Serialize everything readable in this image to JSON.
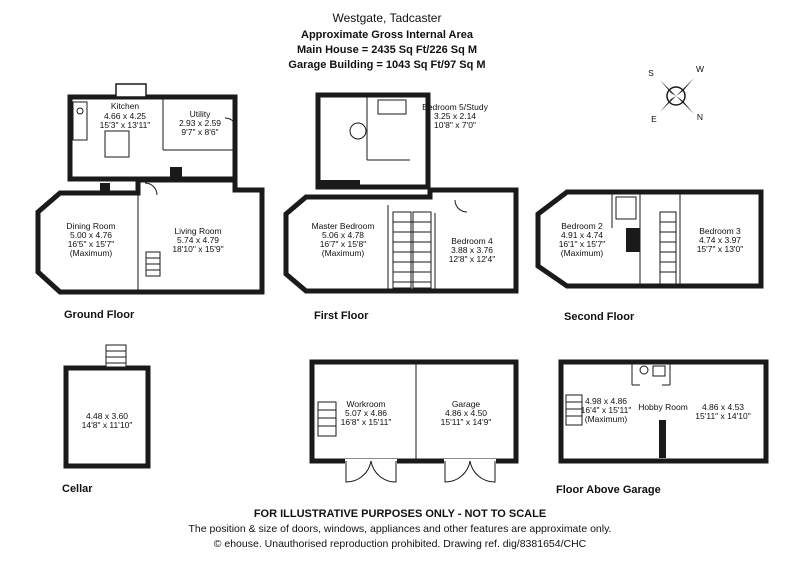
{
  "header": {
    "title": "Westgate, Tadcaster",
    "subtitle": "Approximate Gross Internal Area",
    "main_house": "Main House = 2435 Sq Ft/226 Sq M",
    "garage_building": "Garage Building = 1043 Sq Ft/97 Sq M"
  },
  "compass": {
    "n": "N",
    "s": "S",
    "e": "E",
    "w": "W"
  },
  "floors": {
    "ground": "Ground Floor",
    "first": "First Floor",
    "second": "Second Floor",
    "cellar": "Cellar",
    "above_garage": "Floor Above Garage"
  },
  "rooms": {
    "kitchen": {
      "name": "Kitchen",
      "metric": "4.66 x 4.25",
      "imperial": "15'3\" x 13'11\""
    },
    "utility": {
      "name": "Utility",
      "metric": "2.93 x 2.59",
      "imperial": "9'7\" x 8'6\""
    },
    "dining": {
      "name": "Dining Room",
      "metric": "5.00 x 4.76",
      "imperial": "16'5\" x 15'7\"",
      "note": "(Maximum)"
    },
    "living": {
      "name": "Living Room",
      "metric": "5.74 x 4.79",
      "imperial": "18'10\" x 15'9\""
    },
    "bed5": {
      "name": "Bedroom 5/Study",
      "metric": "3.25 x 2.14",
      "imperial": "10'8\" x 7'0\""
    },
    "master": {
      "name": "Master Bedroom",
      "metric": "5.06 x 4.78",
      "imperial": "16'7\" x 15'8\"",
      "note": "(Maximum)"
    },
    "bed4": {
      "name": "Bedroom 4",
      "metric": "3.88 x 3.76",
      "imperial": "12'8\" x 12'4\""
    },
    "bed2": {
      "name": "Bedroom 2",
      "metric": "4.91 x 4.74",
      "imperial": "16'1\" x 15'7\"",
      "note": "(Maximum)"
    },
    "bed3": {
      "name": "Bedroom 3",
      "metric": "4.74 x 3.97",
      "imperial": "15'7\" x 13'0\""
    },
    "cellar": {
      "metric": "4.48 x 3.60",
      "imperial": "14'8\" x 11'10\""
    },
    "workroom": {
      "name": "Workroom",
      "metric": "5.07 x 4.86",
      "imperial": "16'8\" x 15'11\""
    },
    "garage": {
      "name": "Garage",
      "metric": "4.86 x 4.50",
      "imperial": "15'11\" x 14'9\""
    },
    "hobby_left": {
      "metric": "4.98 x 4.86",
      "imperial": "16'4\" x 15'11\"",
      "note": "(Maximum)"
    },
    "hobby": {
      "name": "Hobby Room"
    },
    "hobby_right": {
      "metric": "4.86 x 4.53",
      "imperial": "15'11\" x 14'10\""
    }
  },
  "footer": {
    "scale_note": "FOR ILLUSTRATIVE PURPOSES ONLY - NOT TO SCALE",
    "disclaimer": "The position & size of doors, windows, appliances and other features are approximate only.",
    "copyright": "© ehouse. Unauthorised reproduction prohibited. Drawing ref. dig/8381654/CHC"
  }
}
